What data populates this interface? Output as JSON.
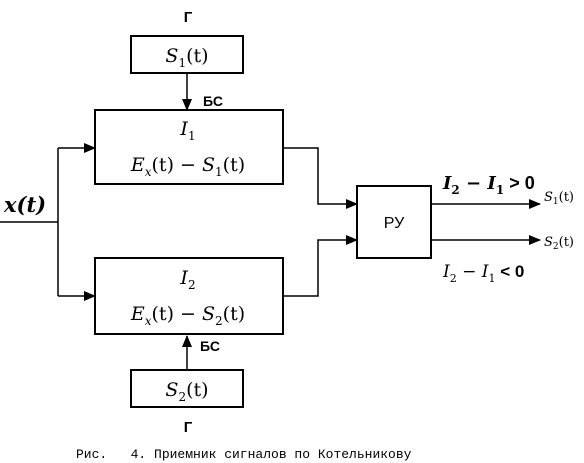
{
  "diagram": {
    "input": {
      "label": "x(t)"
    },
    "generators": {
      "top": {
        "letter": "Г",
        "signal": "S",
        "index": "1",
        "arg": "(t)"
      },
      "bottom": {
        "letter": "Г",
        "signal": "S",
        "index": "2",
        "arg": "(t)"
      }
    },
    "bs_label_top": "БС",
    "bs_label_bottom": "БС",
    "correlators": {
      "top": {
        "name": "I",
        "name_index": "1",
        "ex": "E",
        "ex_sub": "x",
        "ex_arg": "(t)",
        "minus": " − ",
        "s": "S",
        "s_index": "1",
        "s_arg": "(t)"
      },
      "bottom": {
        "name": "I",
        "name_index": "2",
        "ex": "E",
        "ex_sub": "x",
        "ex_arg": "(t)",
        "minus": " − ",
        "s": "S",
        "s_index": "2",
        "s_arg": "(t)"
      }
    },
    "decision_unit": {
      "label": "РУ"
    },
    "conditions": {
      "top": {
        "a": "I",
        "a_index": "2",
        "op": " − ",
        "b": "I",
        "b_index": "1",
        "rel": " > 0"
      },
      "bottom": {
        "a": "I",
        "a_index": "2",
        "op": " − ",
        "b": "I",
        "b_index": "1",
        "rel": " < 0"
      }
    },
    "outputs": {
      "top": {
        "signal": "S",
        "index": "1",
        "arg": "(t)"
      },
      "bottom": {
        "signal": "S",
        "index": "2",
        "arg": "(t)"
      }
    },
    "caption": "Рис.   4. Приемник сигналов по Котельникову"
  }
}
